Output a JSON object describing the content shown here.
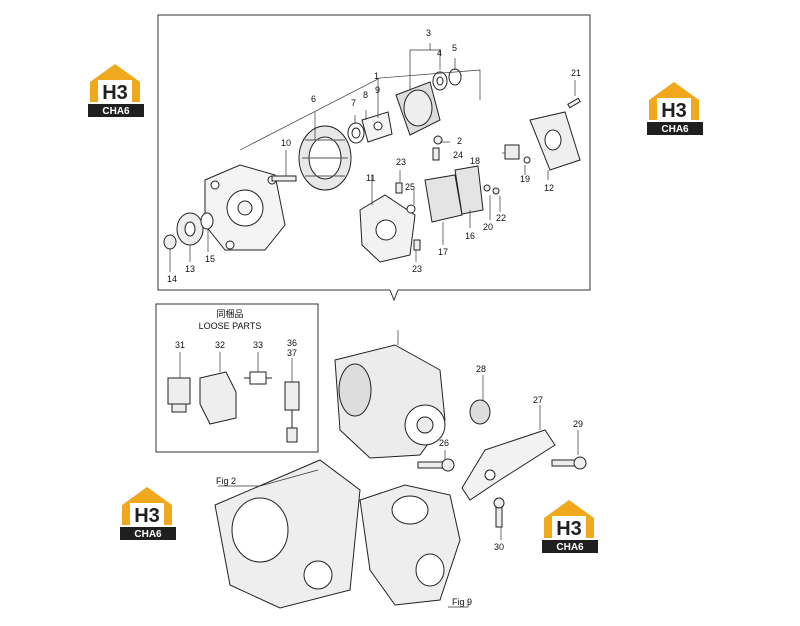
{
  "loose_parts": {
    "title_jp": "同梱品",
    "title_en": "LOOSE PARTS"
  },
  "figure_refs": {
    "fig2": "Fig 2",
    "fig9": "Fig 9"
  },
  "watermark": {
    "line1": "H3",
    "line2": "CHA6",
    "accent": "#f0a81c",
    "dark": "#1f1f1f"
  },
  "callouts": [
    "1",
    "2",
    "3",
    "4",
    "5",
    "6",
    "7",
    "8",
    "9",
    "10",
    "11",
    "12",
    "13",
    "14",
    "15",
    "16",
    "17",
    "18",
    "19",
    "20",
    "21",
    "22",
    "23",
    "23",
    "24",
    "25",
    "26",
    "27",
    "28",
    "29",
    "30",
    "31",
    "32",
    "33",
    "36",
    "37"
  ]
}
